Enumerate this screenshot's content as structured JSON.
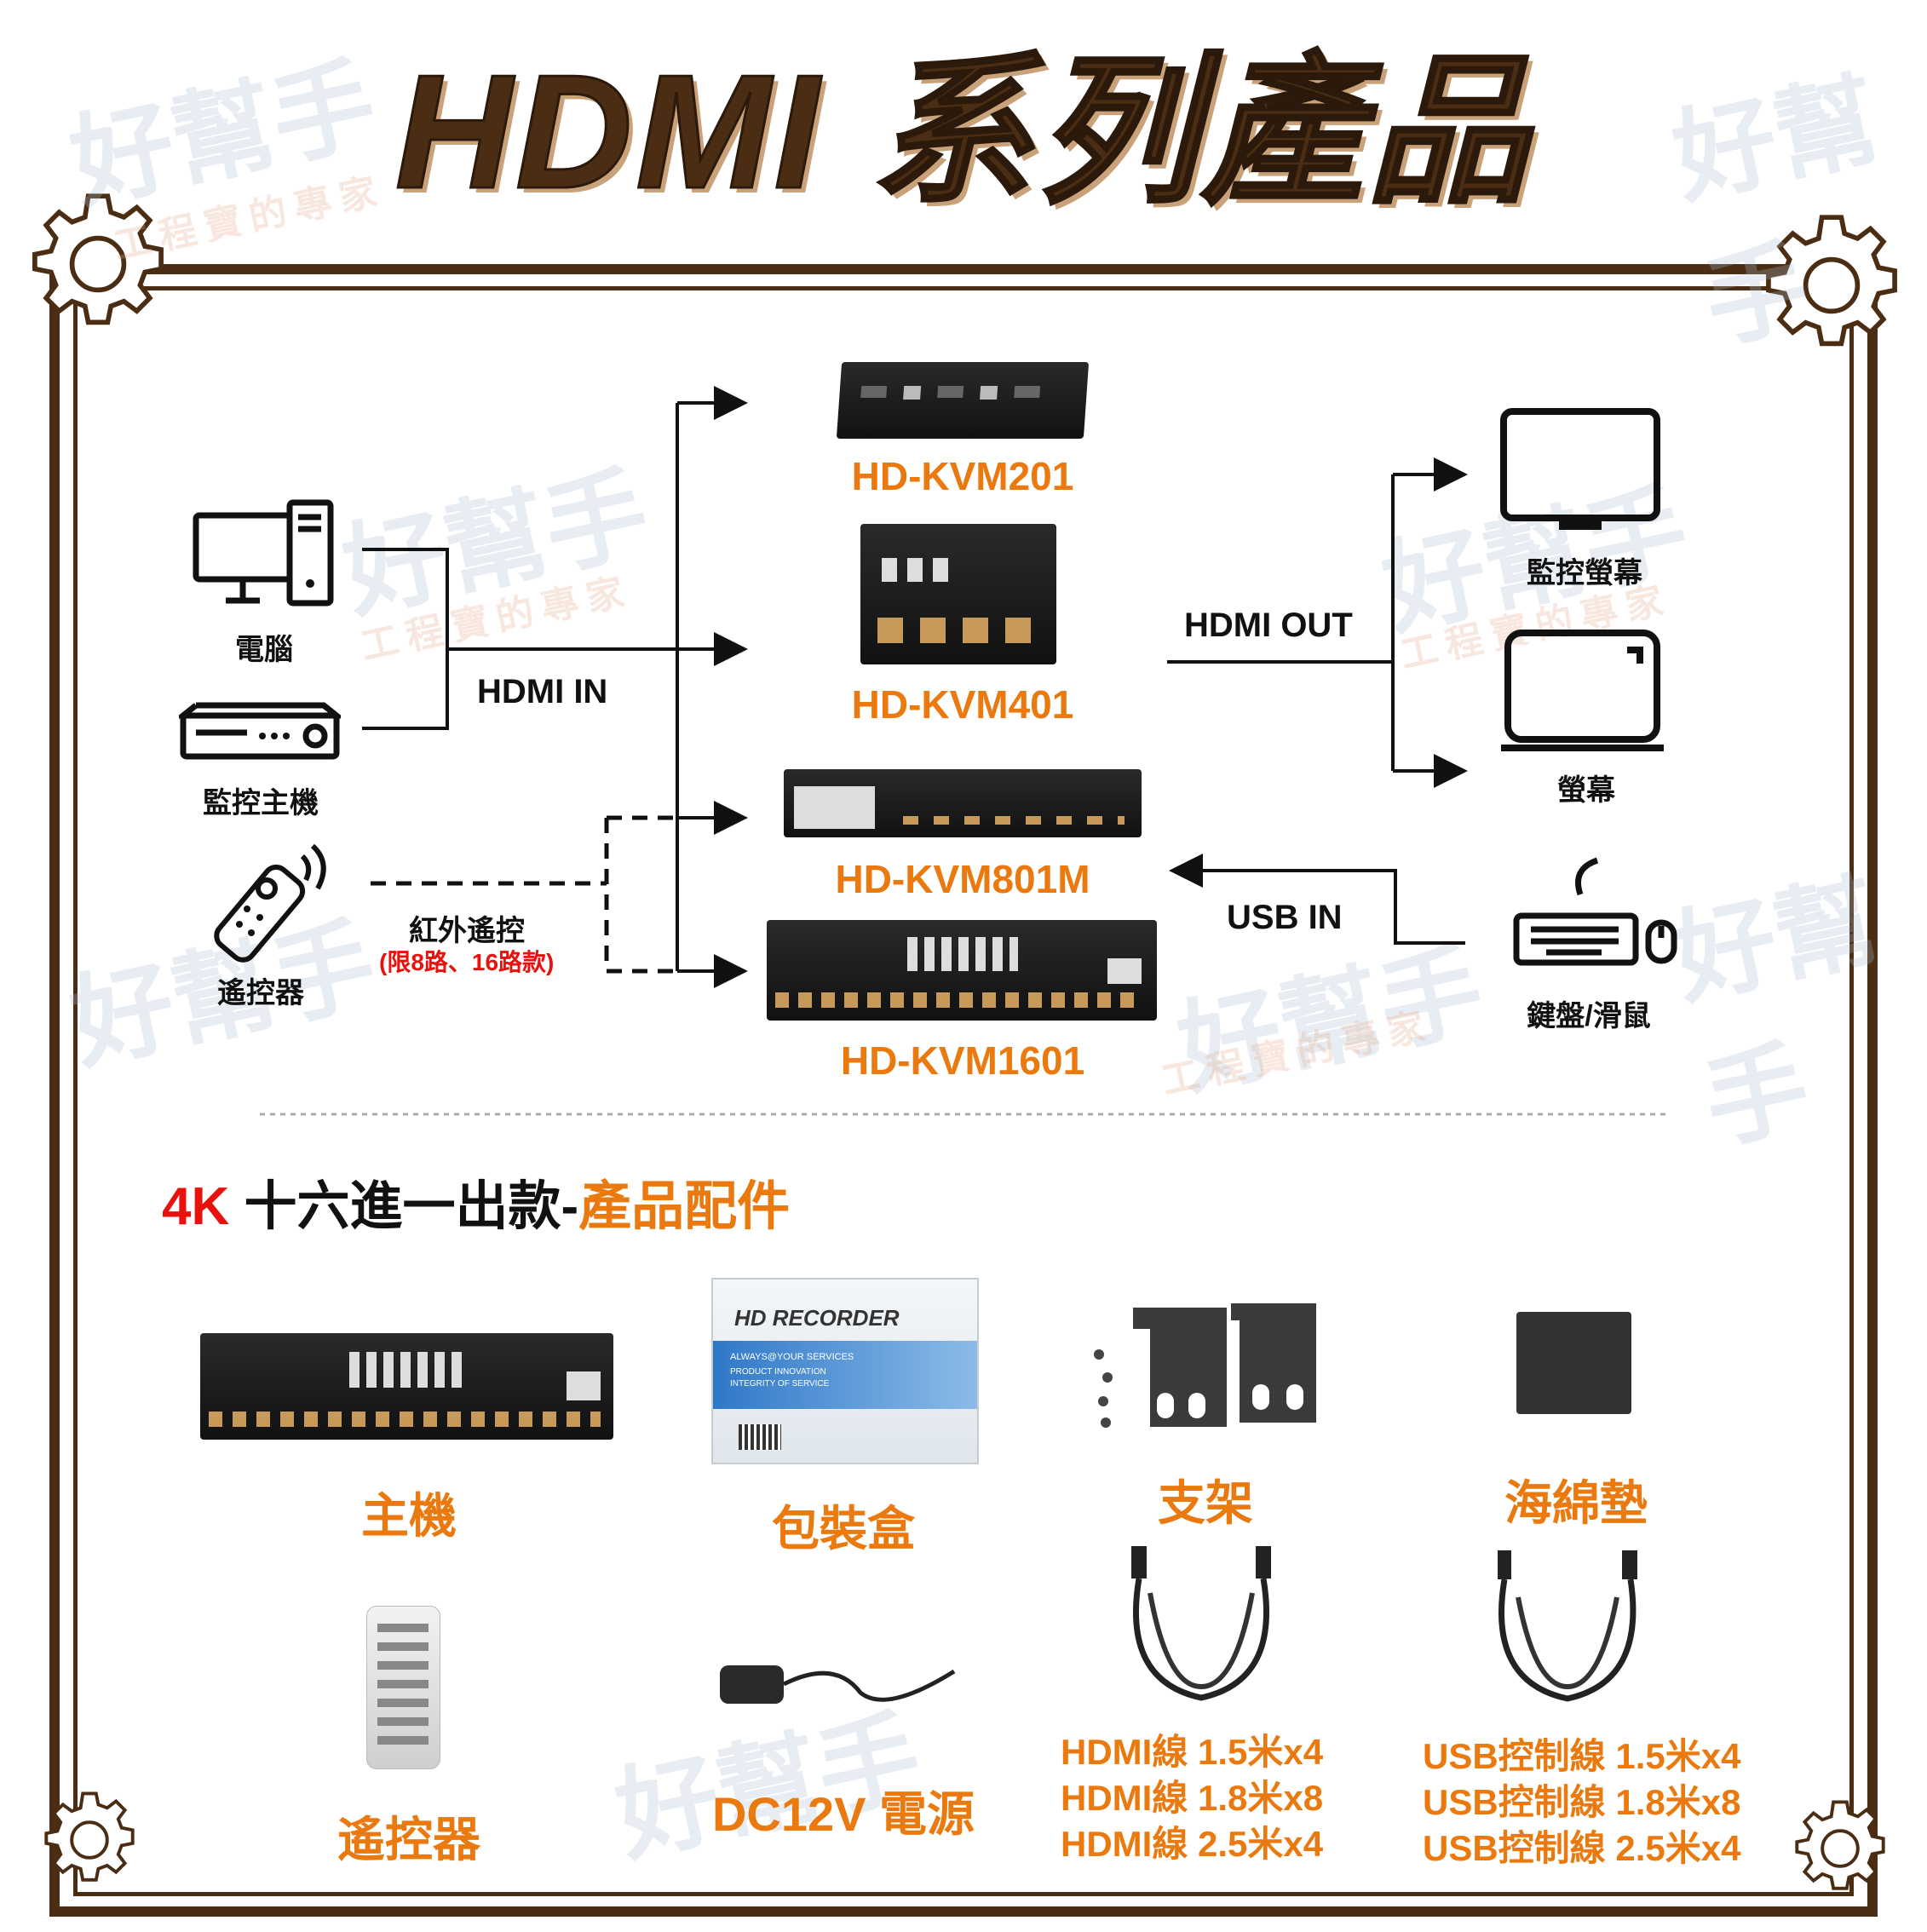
{
  "title": "HDMI 系列產品",
  "watermark": {
    "brand": "好幫手",
    "slogan": "工程寶的專家"
  },
  "inputs": {
    "computer": "電腦",
    "dvr": "監控主機",
    "remote": "遙控器"
  },
  "flow": {
    "hdmi_in": "HDMI IN",
    "ir_label": "紅外遙控",
    "ir_note": "(限8路、16路款)",
    "hdmi_out": "HDMI OUT",
    "usb_in": "USB IN"
  },
  "models": [
    "HD-KVM201",
    "HD-KVM401",
    "HD-KVM801M",
    "HD-KVM1601"
  ],
  "outputs": {
    "monitor1": "監控螢幕",
    "monitor2": "螢幕",
    "keyboard": "鍵盤/滑鼠"
  },
  "accessories_heading": {
    "prefix": "4K",
    "middle": " 十六進一出款-",
    "suffix": "產品配件"
  },
  "accessories": {
    "host": "主機",
    "box": "包裝盒",
    "bracket": "支架",
    "sponge": "海綿墊",
    "remote": "遙控器",
    "power": "DC12V 電源",
    "hdmi_cables": [
      "HDMI線 1.5米x4",
      "HDMI線 1.8米x8",
      "HDMI線 2.5米x4"
    ],
    "usb_cables": [
      "USB控制線 1.5米x4",
      "USB控制線 1.8米x8",
      "USB控制線 2.5米x4"
    ]
  },
  "box_text": {
    "brand": "HD RECORDER",
    "line1": "ALWAYS@YOUR SERVICES",
    "line2": "PRODUCT INNOVATION",
    "line3": "INTEGRITY OF SERVICE"
  },
  "colors": {
    "brown": "#4a2d12",
    "orange": "#ea7a0f",
    "red": "#e8120c"
  }
}
